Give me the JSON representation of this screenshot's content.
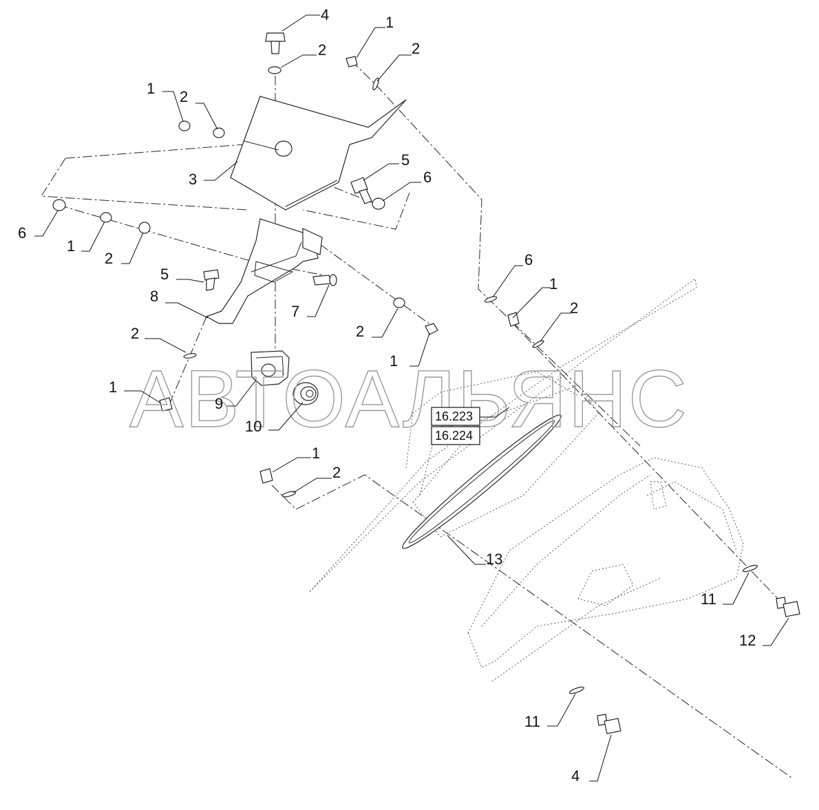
{
  "watermark": "АВТОАЛЬЯНС",
  "callouts": [
    "1",
    "2",
    "3",
    "4",
    "5",
    "6",
    "7",
    "8",
    "9",
    "10",
    "11",
    "12",
    "13"
  ],
  "references": [
    "16.223",
    "16.224"
  ]
}
